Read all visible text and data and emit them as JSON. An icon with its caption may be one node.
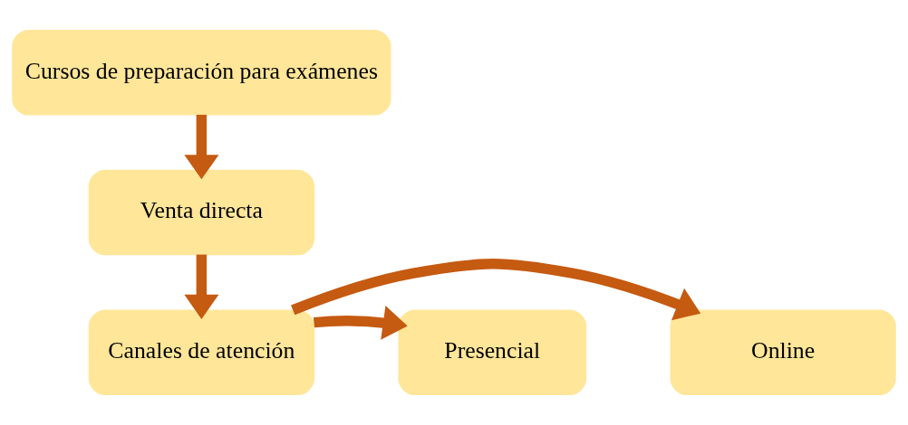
{
  "diagram": {
    "nodes": [
      {
        "text": [
          "Cursos de preparación para exámenes"
        ]
      },
      {
        "text": [
          "Venta directa"
        ]
      },
      {
        "text": [
          "Canales de atención"
        ]
      },
      {
        "text": [
          "Online"
        ]
      },
      {
        "text": [
          "Presencial"
        ]
      }
    ],
    "edges": [
      {
        "from": 0,
        "to": 1,
        "arrow": "to"
      },
      {
        "from": 1,
        "to": 2,
        "arrow": "to"
      },
      {
        "from": 2,
        "to": 3,
        "arrow": "to"
      },
      {
        "from": 2,
        "to": 4,
        "arrow": "to"
      }
    ]
  }
}
